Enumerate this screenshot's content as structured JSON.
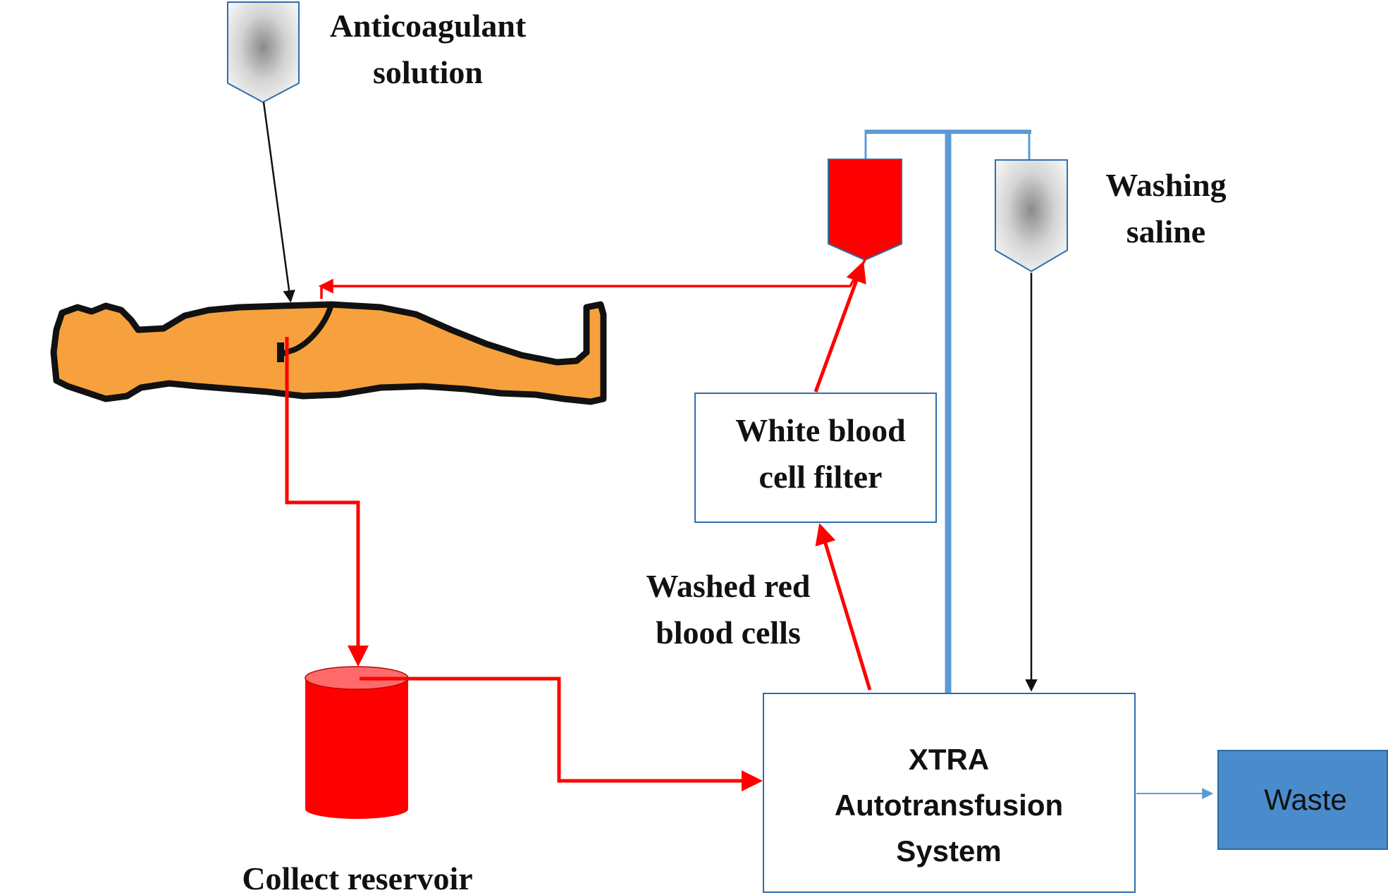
{
  "labels": {
    "anticoagulant_line1": "Anticoagulant",
    "anticoagulant_line2": "solution",
    "washing_line1": "Washing",
    "washing_line2": "saline",
    "filter_line1": "White blood",
    "filter_line2": "cell filter",
    "washed_line1": "Washed red",
    "washed_line2": "blood cells",
    "xtra_line1": "XTRA",
    "xtra_line2": "Autotransfusion",
    "xtra_line3": "System",
    "waste": "Waste",
    "reservoir": "Collect reservoir"
  },
  "colors": {
    "blood_red": "#ff0000",
    "patient_fill": "#f7a13e",
    "patient_outline": "#111111",
    "stand_blue": "#5b9bd5",
    "waste_fill": "#4a8ccb",
    "waste_border": "#2e6aa3",
    "box_border": "#2f6eaa",
    "bag_gray": "#c9c9c9"
  }
}
